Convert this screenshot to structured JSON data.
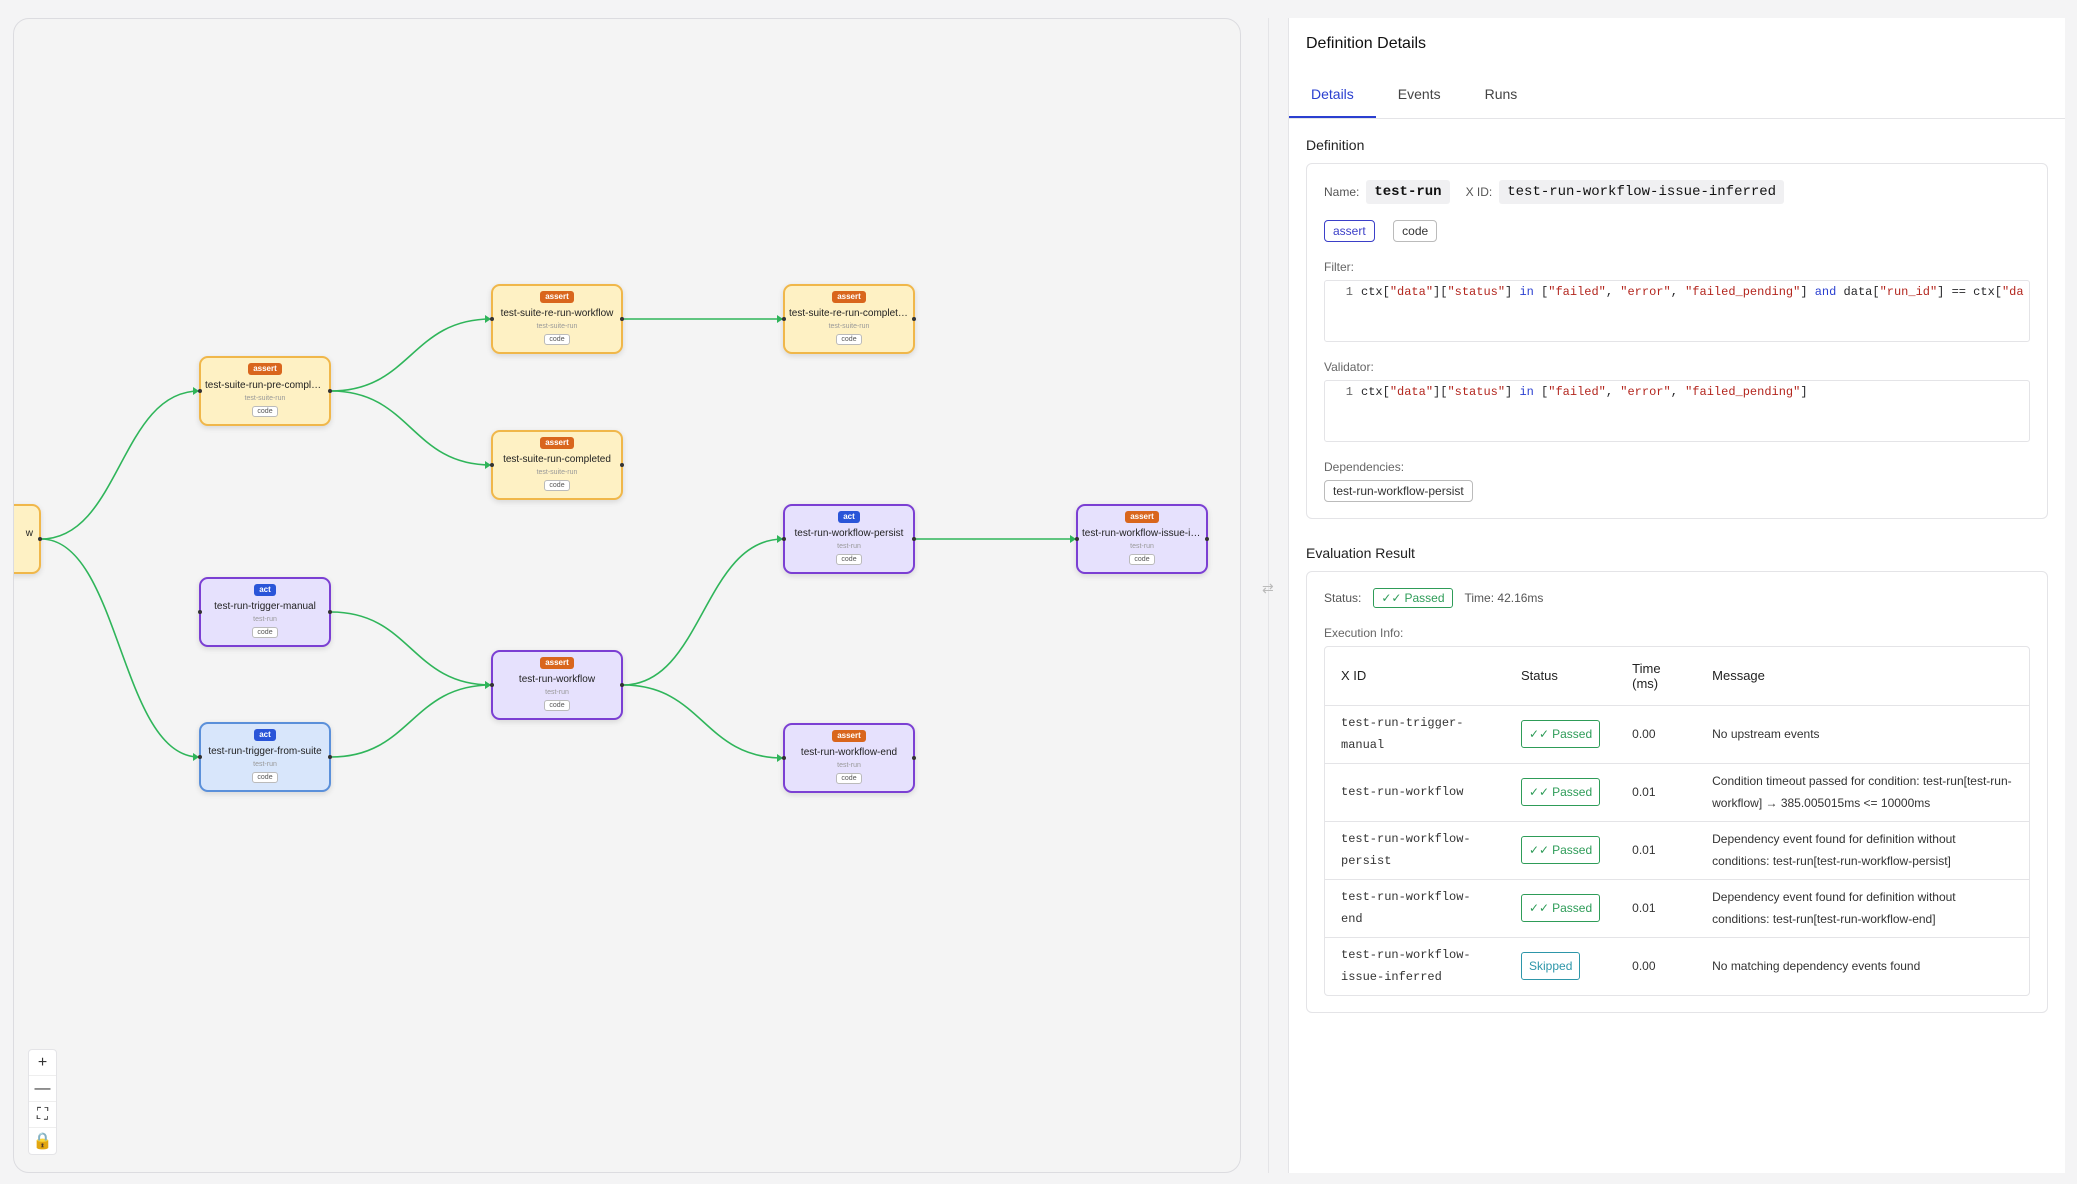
{
  "graph": {
    "nodes": [
      {
        "id": "n0",
        "tag": "",
        "title": "w",
        "sub": "",
        "code": "",
        "kind": "assert"
      },
      {
        "id": "n1",
        "tag": "assert",
        "title": "test-suite-run-pre-complet...",
        "sub": "test-suite-run",
        "code": "code",
        "kind": "assert"
      },
      {
        "id": "n2",
        "tag": "assert",
        "title": "test-suite-re-run-workflow",
        "sub": "test-suite-run",
        "code": "code",
        "kind": "assert"
      },
      {
        "id": "n3",
        "tag": "assert",
        "title": "test-suite-re-run-completed",
        "sub": "test-suite-run",
        "code": "code",
        "kind": "assert"
      },
      {
        "id": "n4",
        "tag": "assert",
        "title": "test-suite-run-completed",
        "sub": "test-suite-run",
        "code": "code",
        "kind": "assert"
      },
      {
        "id": "n5",
        "tag": "act",
        "title": "test-run-trigger-manual",
        "sub": "test-run",
        "code": "code",
        "kind": "act"
      },
      {
        "id": "n6",
        "tag": "act",
        "title": "test-run-trigger-from-suite",
        "sub": "test-run",
        "code": "code",
        "kind": "act-blue"
      },
      {
        "id": "n7",
        "tag": "assert",
        "title": "test-run-workflow",
        "sub": "test-run",
        "code": "code",
        "kind": "assert-purple"
      },
      {
        "id": "n8",
        "tag": "act",
        "title": "test-run-workflow-persist",
        "sub": "test-run",
        "code": "code",
        "kind": "act"
      },
      {
        "id": "n9",
        "tag": "assert",
        "title": "test-run-workflow-end",
        "sub": "test-run",
        "code": "code",
        "kind": "assert-purple"
      },
      {
        "id": "n10",
        "tag": "assert",
        "title": "test-run-workflow-issue-in...",
        "sub": "test-run",
        "code": "code",
        "kind": "assert-purple"
      }
    ],
    "edges": [
      [
        "n0",
        "n1"
      ],
      [
        "n0",
        "n6"
      ],
      [
        "n1",
        "n2"
      ],
      [
        "n1",
        "n4"
      ],
      [
        "n2",
        "n3"
      ],
      [
        "n5",
        "n7"
      ],
      [
        "n6",
        "n7"
      ],
      [
        "n7",
        "n8"
      ],
      [
        "n7",
        "n9"
      ],
      [
        "n8",
        "n10"
      ]
    ],
    "edge_color": "#2fb55a"
  },
  "zoom_controls": {
    "plus": "+",
    "minus": "—",
    "fit": "⛶",
    "lock": "🔒"
  },
  "expand_icon": "›",
  "splitter_icon": "⇄",
  "panel": {
    "title": "Definition Details",
    "tabs": [
      "Details",
      "Events",
      "Runs"
    ],
    "definition": {
      "section_title": "Definition",
      "name_label": "Name:",
      "name_value": "test-run",
      "xid_label": "X ID:",
      "xid_value": "test-run-workflow-issue-inferred",
      "chips": [
        "assert",
        "code"
      ],
      "filter_label": "Filter:",
      "filter_line_no": "1",
      "validator_label": "Validator:",
      "validator_line_no": "1",
      "dependencies_label": "Dependencies:",
      "dependency": "test-run-workflow-persist"
    },
    "evaluation": {
      "section_title": "Evaluation Result",
      "status_label": "Status:",
      "status_value": "Passed",
      "time_text": "Time: 42.16ms",
      "exec_label": "Execution Info:",
      "columns": [
        "X ID",
        "Status",
        "Time (ms)",
        "Message"
      ],
      "rows": [
        {
          "xid": "test-run-trigger-manual",
          "status": "Passed",
          "time": "0.00",
          "message": "No upstream events"
        },
        {
          "xid": "test-run-workflow",
          "status": "Passed",
          "time": "0.01",
          "message": "Condition timeout passed for condition: test-run[test-run-workflow] → 385.005015ms <= 10000ms"
        },
        {
          "xid": "test-run-workflow-persist",
          "status": "Passed",
          "time": "0.01",
          "message": "Dependency event found for definition without conditions: test-run[test-run-workflow-persist]"
        },
        {
          "xid": "test-run-workflow-end",
          "status": "Passed",
          "time": "0.01",
          "message": "Dependency event found for definition without conditions: test-run[test-run-workflow-end]"
        },
        {
          "xid": "test-run-workflow-issue-inferred",
          "status": "Skipped",
          "time": "0.00",
          "message": "No matching dependency events found"
        }
      ]
    }
  }
}
